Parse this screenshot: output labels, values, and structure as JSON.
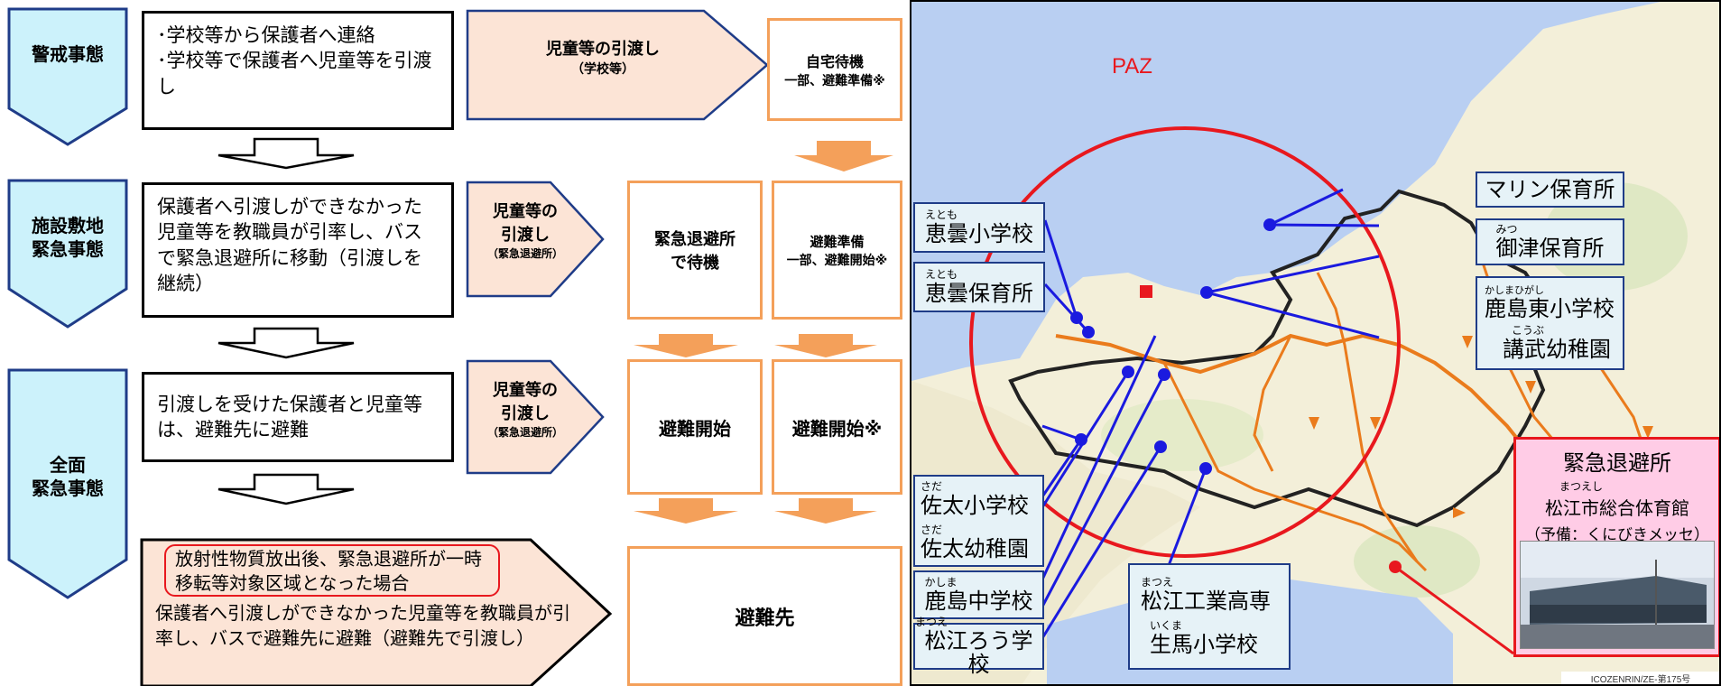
{
  "stages": {
    "alert": "警戒事態",
    "site_emergency": [
      "施設敷地",
      "緊急事態"
    ],
    "general_emergency": [
      "全面",
      "緊急事態"
    ]
  },
  "descriptions": {
    "alert_bullets": [
      "･学校等から保護者へ連絡",
      "･学校等で保護者へ児童等を引渡し"
    ],
    "site": "保護者へ引渡しができなかった児童等を教職員が引率し、バスで緊急退避所に移動（引渡しを継続）",
    "general": "引渡しを受けた保護者と児童等は、避難先に避難",
    "release_condition": "放射性物質放出後、緊急退避所が一時移転等対象区域となった場合",
    "release_action": "保護者へ引渡しができなかった児童等を教職員が引率し、バスで避難先に避難（避難先で引渡し）"
  },
  "handover": {
    "school": {
      "title": "児童等の引渡し",
      "sub": "（学校等）"
    },
    "shelter1": {
      "title": [
        "児童等の",
        "引渡し"
      ],
      "sub": "（緊急退避所）"
    },
    "shelter2": {
      "title": [
        "児童等の",
        "引渡し"
      ],
      "sub": "（緊急退避所）"
    }
  },
  "actions": {
    "home_wait": {
      "title": "自宅待機",
      "sub": "一部、避難準備※"
    },
    "shelter_wait": [
      "緊急退避所",
      "で待機"
    ],
    "evac_prep": {
      "title": "避難準備",
      "sub": "一部、避難開始※"
    },
    "evac_start": "避難開始",
    "evac_start_note": "避難開始※",
    "destination": "避難先"
  },
  "map": {
    "paz": "PAZ",
    "labels": {
      "etomo_es": {
        "ruby": "えとも",
        "text": "恵曇小学校"
      },
      "etomo_nursery": {
        "ruby": "えとも",
        "text": "恵曇保育所"
      },
      "marin": {
        "ruby": "",
        "text": "マリン保育所"
      },
      "mitsu": {
        "ruby": "みつ",
        "text": "御津保育所"
      },
      "kashimahigashi": {
        "ruby": "かしまひがし",
        "text": "鹿島東小学校"
      },
      "kobu": {
        "ruby": "こうぶ",
        "text": "講武幼稚園"
      },
      "sada_es": {
        "ruby": "さだ",
        "text": "佐太小学校"
      },
      "sada_kg": {
        "ruby": "さだ",
        "text": "佐太幼稚園"
      },
      "kashima_jhs": {
        "ruby": "かしま",
        "text": "鹿島中学校"
      },
      "matsue_deaf": {
        "ruby": "まつえ",
        "text": "松江ろう学校"
      },
      "matsue_kosen": {
        "ruby": "まつえ",
        "text": "松江工業高専"
      },
      "ikuma": {
        "ruby": "いくま",
        "text": "生馬小学校"
      }
    },
    "shelter": {
      "title": "緊急退避所",
      "ruby": "まつえし",
      "name": "松江市総合体育館",
      "backup": "（予備：くにびきメッセ）"
    },
    "credit": "ICOZENRIN/ZE-第175号"
  },
  "colors": {
    "stage_fill": "#ccf2fb",
    "stage_border": "#1f3c88",
    "peach": "#fce4d6",
    "orange": "#f4a05a",
    "paz": "#e8181e",
    "route": "#ea7b1c",
    "pink": "#ffcce6"
  }
}
